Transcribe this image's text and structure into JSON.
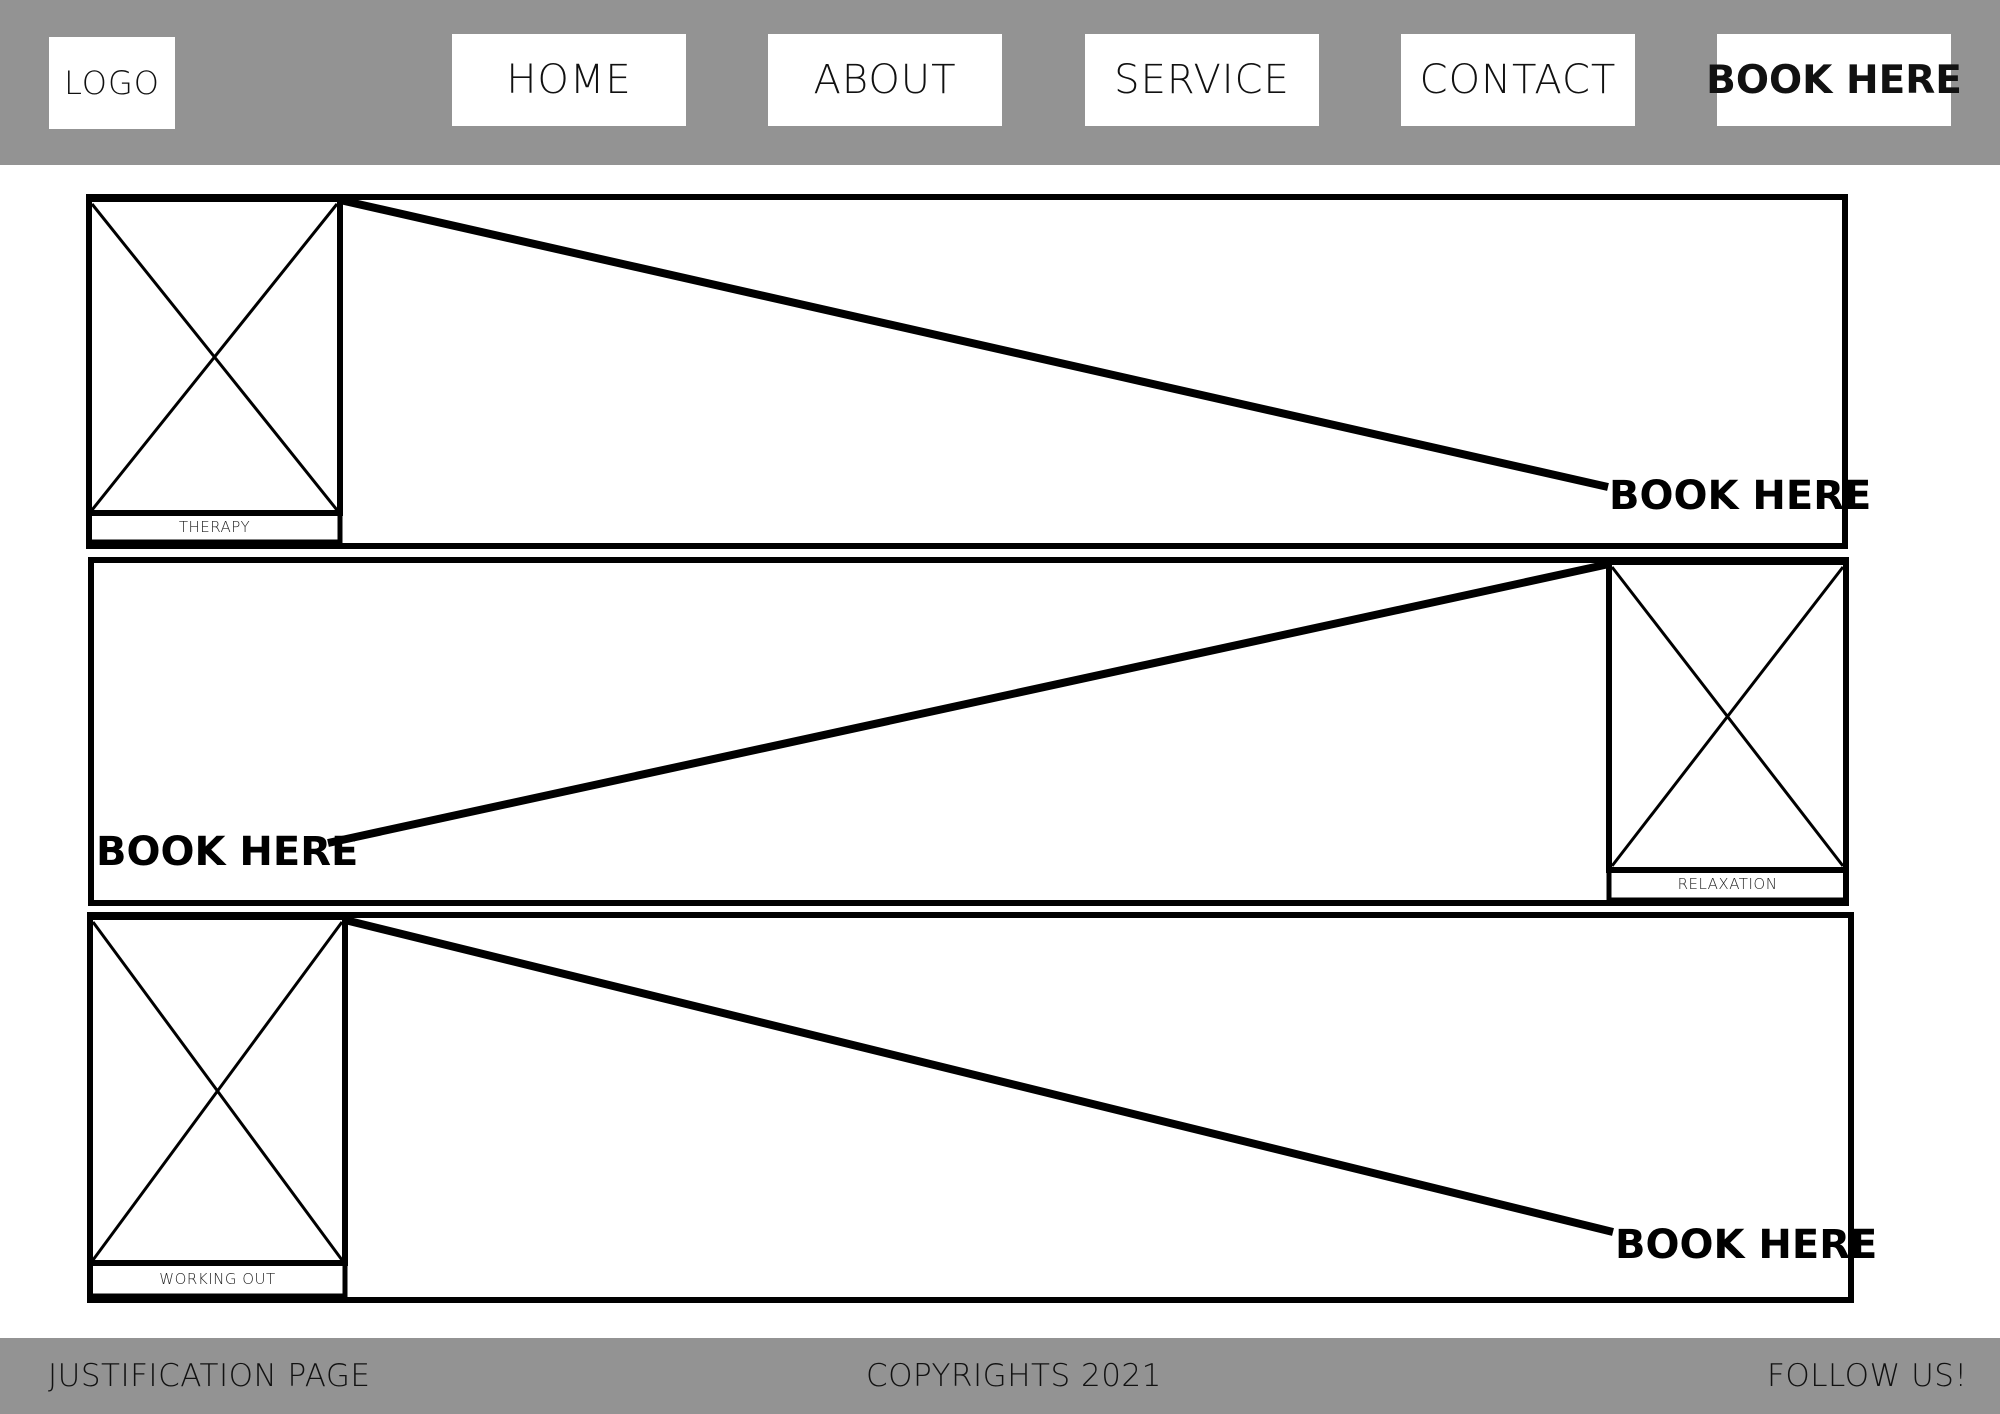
{
  "colors": {
    "bar": "#939393",
    "box": "#ffffff",
    "ink": "#000000"
  },
  "header": {
    "logo": "LOGO",
    "nav": {
      "home": "HOME",
      "about": "ABOUT",
      "service": "SERVICE",
      "contact": "CONTACT",
      "book": "BOOK HERE"
    }
  },
  "sections": [
    {
      "image_caption": "THERAPY",
      "image_icon": "image-placeholder-icon",
      "cta": "BOOK HERE"
    },
    {
      "image_caption": "RELAXATION",
      "image_icon": "image-placeholder-icon",
      "cta": "BOOK HERE"
    },
    {
      "image_caption": "WORKING OUT",
      "image_icon": "image-placeholder-icon",
      "cta": "BOOK HERE"
    }
  ],
  "footer": {
    "justification": "JUSTIFICATION PAGE",
    "copyright": "COPYRIGHTS 2021",
    "follow": "FOLLOW US!"
  }
}
